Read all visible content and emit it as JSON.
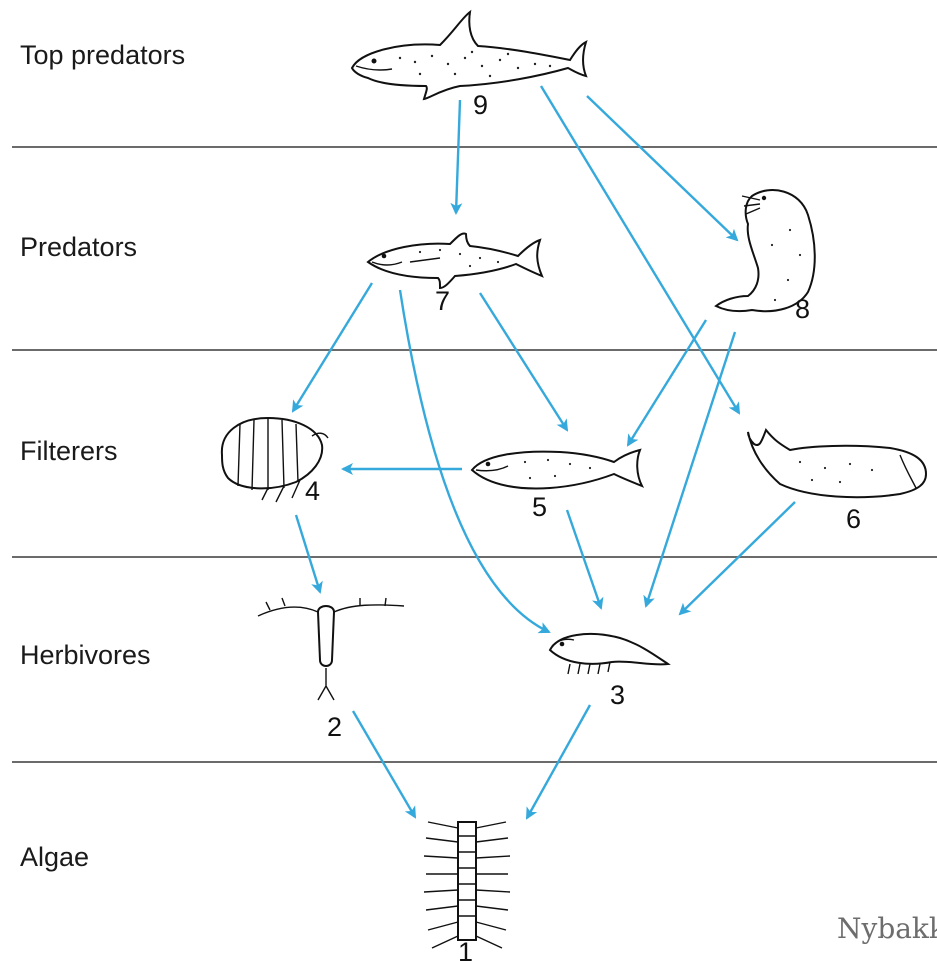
{
  "levels": [
    {
      "id": "top",
      "label": "Top predators"
    },
    {
      "id": "pred",
      "label": "Predators"
    },
    {
      "id": "filt",
      "label": "Filterers"
    },
    {
      "id": "herb",
      "label": "Herbivores"
    },
    {
      "id": "algae",
      "label": "Algae"
    }
  ],
  "organisms": [
    {
      "id": "1",
      "number": "1",
      "icon": "diatom-chain-icon"
    },
    {
      "id": "2",
      "number": "2",
      "icon": "copepod-icon"
    },
    {
      "id": "3",
      "number": "3",
      "icon": "krill-icon"
    },
    {
      "id": "4",
      "number": "4",
      "icon": "amphipod-icon"
    },
    {
      "id": "5",
      "number": "5",
      "icon": "herring-icon"
    },
    {
      "id": "6",
      "number": "6",
      "icon": "baleen-whale-icon"
    },
    {
      "id": "7",
      "number": "7",
      "icon": "mackerel-icon"
    },
    {
      "id": "8",
      "number": "8",
      "icon": "seal-icon"
    },
    {
      "id": "9",
      "number": "9",
      "icon": "killer-whale-icon"
    }
  ],
  "links": [
    {
      "from": "9",
      "to": "7"
    },
    {
      "from": "9",
      "to": "8"
    },
    {
      "from": "9",
      "to": "6"
    },
    {
      "from": "7",
      "to": "4"
    },
    {
      "from": "7",
      "to": "5"
    },
    {
      "from": "7",
      "to": "3"
    },
    {
      "from": "8",
      "to": "5"
    },
    {
      "from": "8",
      "to": "3"
    },
    {
      "from": "5",
      "to": "4"
    },
    {
      "from": "5",
      "to": "3"
    },
    {
      "from": "6",
      "to": "3"
    },
    {
      "from": "4",
      "to": "2"
    },
    {
      "from": "2",
      "to": "1"
    },
    {
      "from": "3",
      "to": "1"
    }
  ],
  "colors": {
    "arrow": "#35a9db",
    "separator": "#6b6b6b",
    "ink": "#111111"
  },
  "credit": "Nybakken"
}
